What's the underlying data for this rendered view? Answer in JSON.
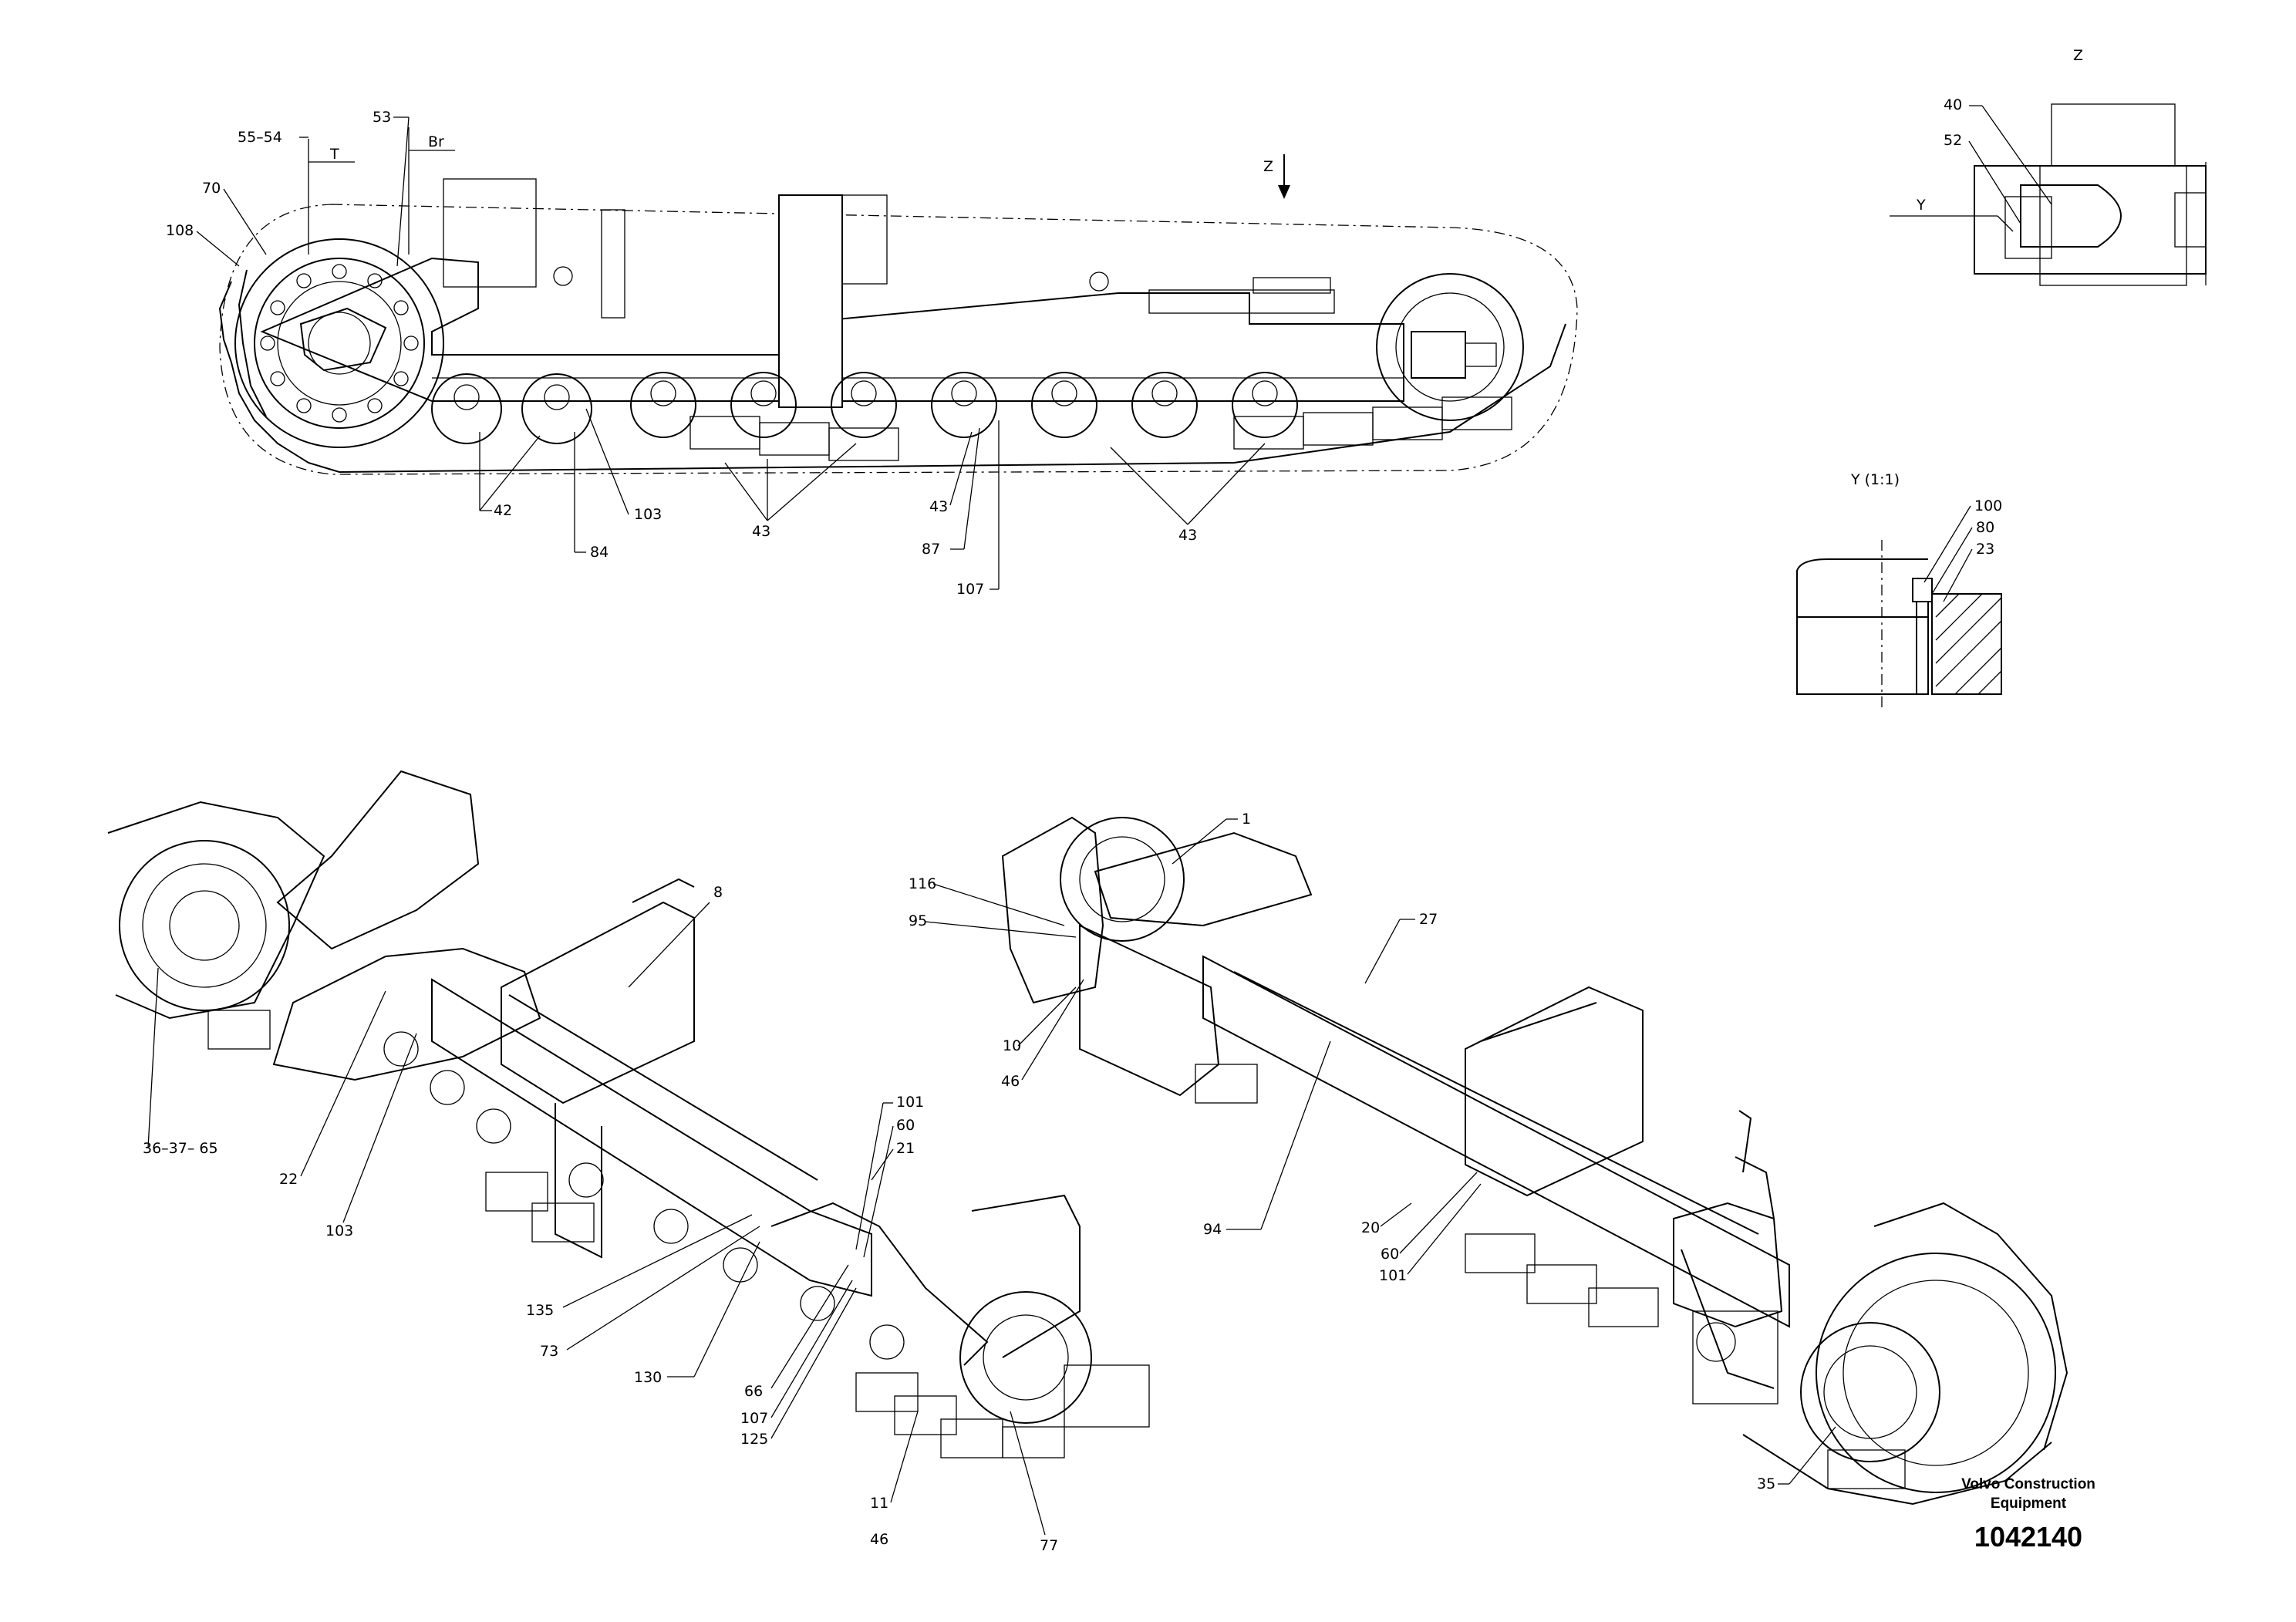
{
  "views": {
    "z_title": "Z",
    "z_arrow_label": "Z",
    "y_marker": "Y",
    "y_detail_title": "Y (1:1)",
    "t_mark": "T",
    "br_mark": "Br"
  },
  "labels": {
    "l55_54": "55–54",
    "l53": "53",
    "l70": "70",
    "l108": "108",
    "l42": "42",
    "l103a": "103",
    "l84": "84",
    "l43a": "43",
    "l43b": "43",
    "l87": "87",
    "l107a": "107",
    "l43c": "43",
    "l40": "40",
    "l52": "52",
    "l100": "100",
    "l80": "80",
    "l23": "23",
    "l36": "36–37– 65",
    "l22": "22",
    "l103b": "103",
    "l8": "8",
    "l101a": "101",
    "l60a": "60",
    "l21": "21",
    "l135": "135",
    "l73": "73",
    "l130": "130",
    "l66": "66",
    "l107b": "107",
    "l125": "125",
    "l11": "11",
    "l46a": "46",
    "l77": "77",
    "l1": "1",
    "l116": "116",
    "l95": "95",
    "l10": "10",
    "l46b": "46",
    "l27": "27",
    "l94": "94",
    "l20": "20",
    "l60b": "60",
    "l101b": "101",
    "l35": "35"
  },
  "brand": {
    "line1": "Volvo Construction",
    "line2": "Equipment",
    "number": "1042140"
  }
}
